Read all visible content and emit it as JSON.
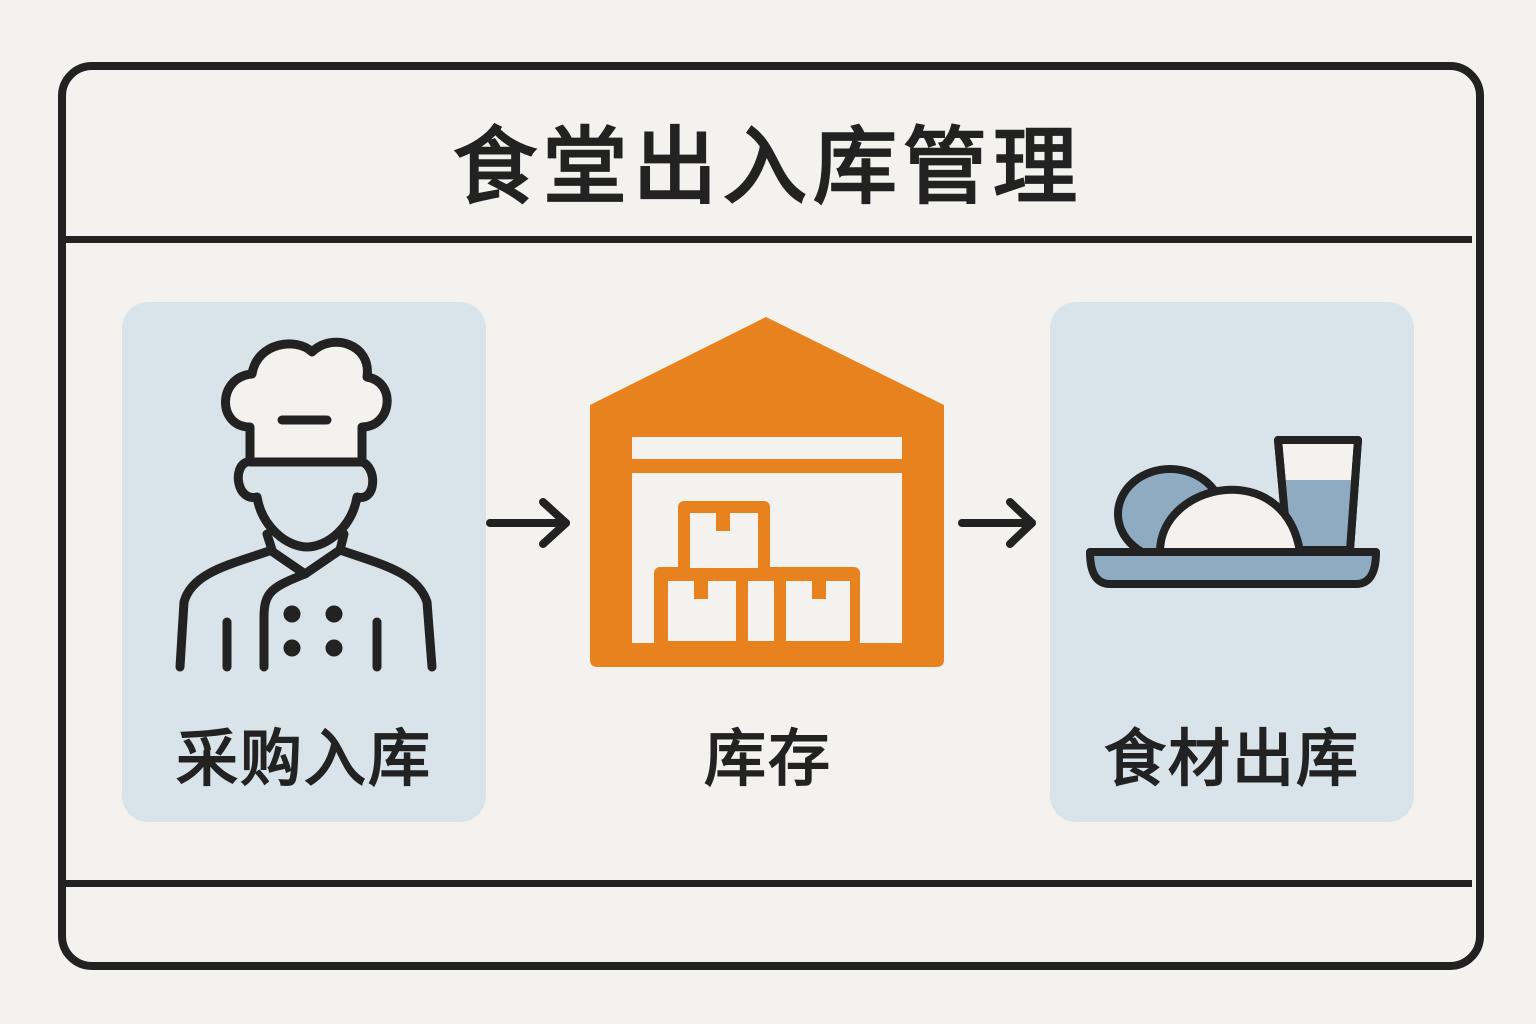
{
  "title": "食堂出入库管理",
  "steps": [
    {
      "label": "采购入库",
      "icon": "chef-icon"
    },
    {
      "label": "库存",
      "icon": "warehouse-icon"
    },
    {
      "label": "食材出库",
      "icon": "meal-tray-icon"
    }
  ],
  "colors": {
    "background": "#f3f2ee",
    "panel": "#d9e4ea",
    "accent": "#e8821f",
    "stroke": "#222222"
  }
}
